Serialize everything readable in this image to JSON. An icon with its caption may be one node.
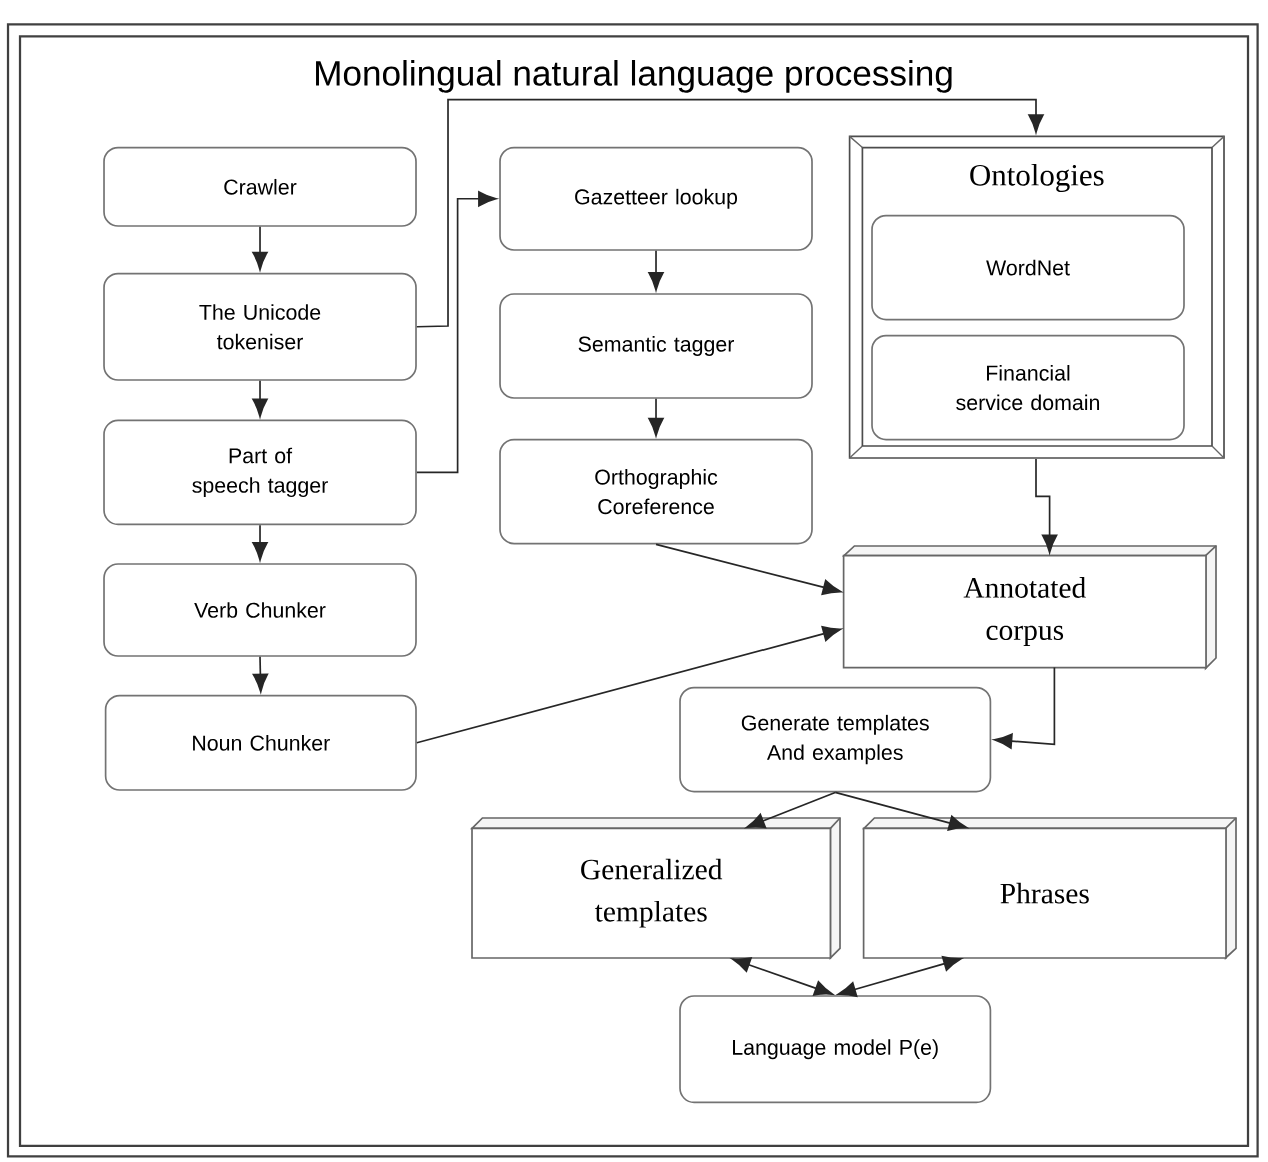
{
  "diagram": {
    "title": "Monolingual natural language processing",
    "nodes": [
      {
        "text": [
          "Crawler"
        ]
      },
      {
        "text": [
          "The Unicode tokeniser"
        ]
      },
      {
        "text": [
          "Part of speech tagger"
        ]
      },
      {
        "text": [
          "Verb Chunker"
        ]
      },
      {
        "text": [
          "Noun Chunker"
        ]
      },
      {
        "text": [
          "Gazetteer lookup"
        ]
      },
      {
        "text": [
          "Semantic tagger"
        ]
      },
      {
        "text": [
          "Orthographic Coreference"
        ]
      },
      {
        "text": [
          "Ontologies"
        ]
      },
      {
        "text": [
          "WordNet"
        ],
        "in": 8
      },
      {
        "text": [
          "Financial service domain"
        ],
        "in": 8
      },
      {
        "text": [
          "Annotated corpus"
        ]
      },
      {
        "text": [
          "Generate templates And examples"
        ]
      },
      {
        "text": [
          "Generalized templates"
        ]
      },
      {
        "text": [
          "Phrases"
        ]
      },
      {
        "text": [
          "Language model P(e)"
        ]
      }
    ],
    "edges": [
      {
        "from": 0,
        "to": 1,
        "arrow": "to"
      },
      {
        "from": 1,
        "to": 2,
        "arrow": "to"
      },
      {
        "from": 2,
        "to": 3,
        "arrow": "to"
      },
      {
        "from": 3,
        "to": 4,
        "arrow": "to"
      },
      {
        "from": 1,
        "to": 8,
        "arrow": "to"
      },
      {
        "from": 2,
        "to": 5,
        "arrow": "to"
      },
      {
        "from": 5,
        "to": 6,
        "arrow": "to"
      },
      {
        "from": 6,
        "to": 7,
        "arrow": "to"
      },
      {
        "from": 7,
        "to": 11,
        "arrow": "to"
      },
      {
        "from": 4,
        "to": 11,
        "arrow": "to"
      },
      {
        "from": 8,
        "to": 11,
        "arrow": "to"
      },
      {
        "from": 11,
        "to": 12,
        "arrow": "to"
      },
      {
        "from": 12,
        "to": 13,
        "arrow": "to"
      },
      {
        "from": 12,
        "to": 14,
        "arrow": "to"
      },
      {
        "from": 15,
        "to": 13,
        "arrow": "both"
      },
      {
        "from": 15,
        "to": 14,
        "arrow": "both"
      }
    ]
  }
}
